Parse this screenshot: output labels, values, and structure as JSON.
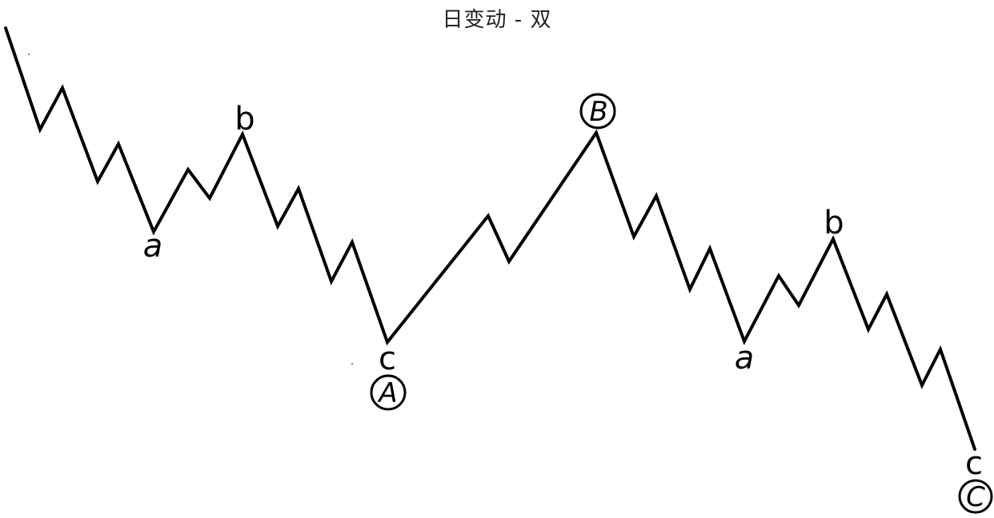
{
  "title": "日变动 - 双",
  "labels": {
    "first_a": "a",
    "first_b": "b",
    "first_c": "c",
    "wave_A": "A",
    "wave_B": "B",
    "second_a": "a",
    "second_b": "b",
    "second_c": "c",
    "wave_C": "C"
  }
}
